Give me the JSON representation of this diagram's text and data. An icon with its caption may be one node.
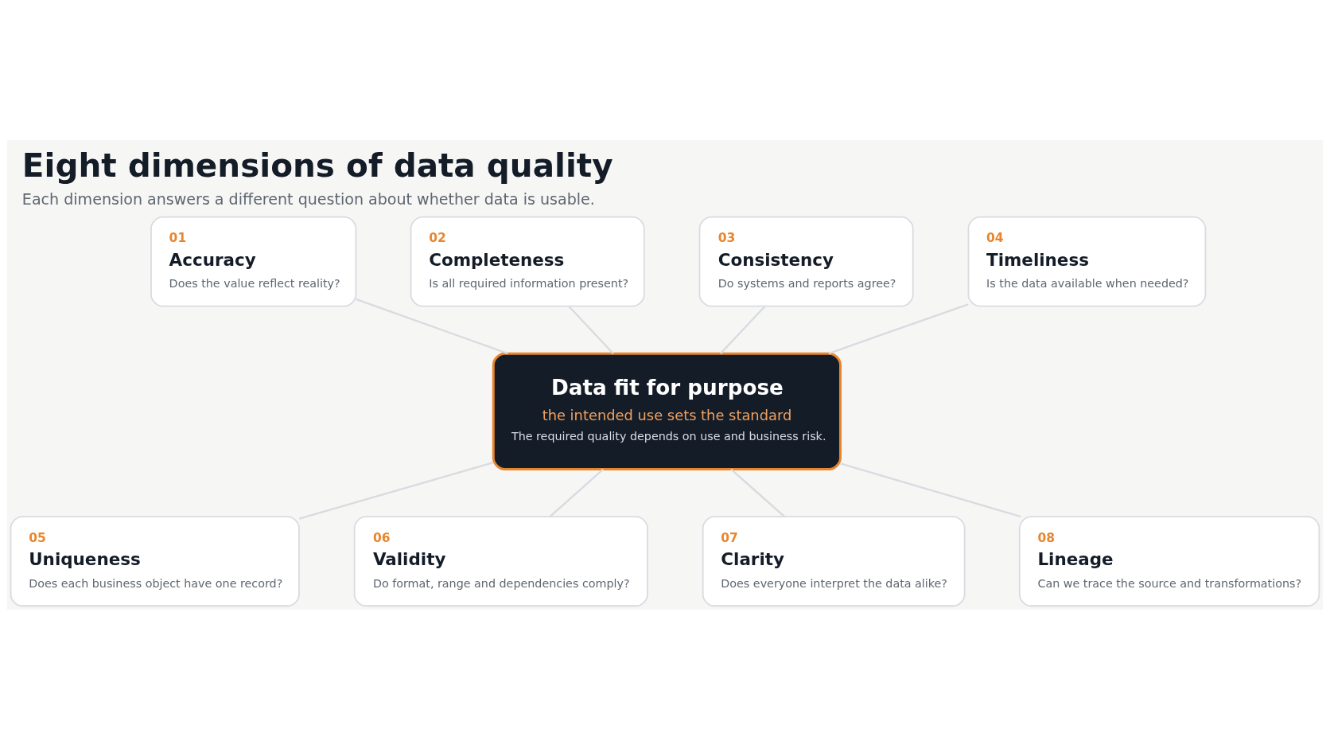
{
  "diagram": {
    "title": "Eight dimensions of data quality",
    "caption": "Each dimension answers a different question about whether data is usable.",
    "nodes": [
      {
        "text": [
          "01",
          "Accuracy",
          "Does the value reflect reality?"
        ]
      },
      {
        "text": [
          "02",
          "Completeness",
          "Is all required information present?"
        ]
      },
      {
        "text": [
          "03",
          "Consistency",
          "Do systems and reports agree?"
        ]
      },
      {
        "text": [
          "04",
          "Timeliness",
          "Is the data available when needed?"
        ]
      },
      {
        "text": [
          "Data fit for purpose",
          "the intended use sets the standard",
          "The required quality depends on use and business risk."
        ]
      },
      {
        "text": [
          "05",
          "Uniqueness",
          "Does each business object have one record?"
        ]
      },
      {
        "text": [
          "06",
          "Validity",
          "Do format, range and dependencies comply?"
        ]
      },
      {
        "text": [
          "07",
          "Clarity",
          "Does everyone interpret the data alike?"
        ]
      },
      {
        "text": [
          "08",
          "Lineage",
          "Can we trace the source and transformations?"
        ]
      }
    ],
    "edges": [
      {
        "from": 0,
        "to": 4,
        "arrow": "none"
      },
      {
        "from": 1,
        "to": 4,
        "arrow": "none"
      },
      {
        "from": 2,
        "to": 4,
        "arrow": "none"
      },
      {
        "from": 3,
        "to": 4,
        "arrow": "none"
      },
      {
        "from": 4,
        "to": 5,
        "arrow": "none"
      },
      {
        "from": 4,
        "to": 6,
        "arrow": "none"
      },
      {
        "from": 4,
        "to": 7,
        "arrow": "none"
      },
      {
        "from": 4,
        "to": 8,
        "arrow": "none"
      }
    ]
  }
}
